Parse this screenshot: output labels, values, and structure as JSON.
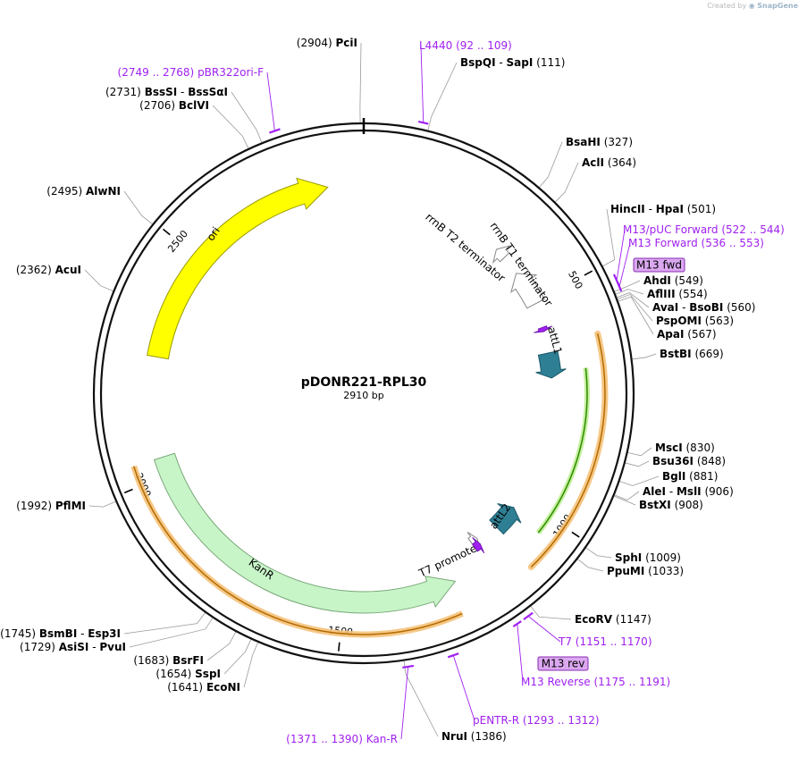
{
  "watermark": {
    "prefix": "Created by",
    "brand": "SnapGene"
  },
  "plasmid": {
    "name": "pDONR221-RPL30",
    "size_label": "2910 bp",
    "length": 2910
  },
  "colors": {
    "primer": "#a020f0",
    "backbone": "#111111",
    "leader": "#9a9a9a"
  },
  "ticks": [
    {
      "pos": 500,
      "label": "500"
    },
    {
      "pos": 1000,
      "label": "1000"
    },
    {
      "pos": 1500,
      "label": "1500"
    },
    {
      "pos": 2000,
      "label": "2000"
    },
    {
      "pos": 2500,
      "label": "2500"
    }
  ],
  "features": [
    {
      "id": "ori",
      "label": "ori",
      "type": "rep-origin",
      "color": "#ffff00",
      "stroke": "#999900",
      "start": 2263,
      "end": 2830,
      "dir": 1
    },
    {
      "id": "kanr",
      "label": "KanR",
      "type": "cds",
      "color": "#c8f5c8",
      "stroke": "#7aa87a",
      "start": 1245,
      "end": 2040,
      "dir": -1
    },
    {
      "id": "attL1",
      "label": "attL1",
      "type": "att",
      "color": "#2e7f94",
      "stroke": "#1c5a6a",
      "start": 628,
      "end": 690,
      "dir": 1
    },
    {
      "id": "attL2",
      "label": "attL2",
      "type": "att",
      "color": "#2e7f94",
      "stroke": "#1c5a6a",
      "start": 1029,
      "end": 1093,
      "dir": -1
    },
    {
      "id": "rrnB_T1",
      "label": "rrnB T1 terminator",
      "type": "terminator",
      "color": "#ffffff",
      "stroke": "#888888",
      "start": 419,
      "end": 505,
      "dir": -1
    },
    {
      "id": "rrnB_T2",
      "label": "rrnB T2 terminator",
      "type": "terminator",
      "color": "#ffffff",
      "stroke": "#888888",
      "start": 345,
      "end": 372,
      "dir": -1
    },
    {
      "id": "T7promoter",
      "label": "T7 promoter",
      "type": "promoter",
      "color": "#ffffff",
      "stroke": "#888888",
      "start": 1148,
      "end": 1166,
      "dir": -1
    }
  ],
  "labels_left": [
    {
      "name": "PciI",
      "second": "",
      "pos": 2904,
      "pos_label": "(2904)"
    },
    {
      "name": "BssSI",
      "second": "BssSαI",
      "pos": 2731,
      "pos_label": "(2731)"
    },
    {
      "name": "BclVI",
      "second": "",
      "pos": 2706,
      "pos_label": "(2706)"
    },
    {
      "name": "AlwNI",
      "second": "",
      "pos": 2495,
      "pos_label": "(2495)"
    },
    {
      "name": "AcuI",
      "second": "",
      "pos": 2362,
      "pos_label": "(2362)"
    },
    {
      "name": "PflMI",
      "second": "",
      "pos": 1992,
      "pos_label": "(1992)"
    },
    {
      "name": "BsmBI",
      "second": "Esp3I",
      "pos": 1745,
      "pos_label": "(1745)"
    },
    {
      "name": "AsiSI",
      "second": "PvuI",
      "pos": 1729,
      "pos_label": "(1729)"
    },
    {
      "name": "BsrFI",
      "second": "",
      "pos": 1683,
      "pos_label": "(1683)"
    },
    {
      "name": "SspI",
      "second": "",
      "pos": 1654,
      "pos_label": "(1654)"
    },
    {
      "name": "EcoNI",
      "second": "",
      "pos": 1641,
      "pos_label": "(1641)"
    }
  ],
  "labels_right": [
    {
      "name": "BspQI",
      "second": "SapI",
      "pos": 111,
      "pos_label": "(111)"
    },
    {
      "name": "BsaHI",
      "second": "",
      "pos": 327,
      "pos_label": "(327)"
    },
    {
      "name": "AclI",
      "second": "",
      "pos": 364,
      "pos_label": "(364)"
    },
    {
      "name": "HincII",
      "second": "HpaI",
      "pos": 501,
      "pos_label": "(501)"
    },
    {
      "name": "AhdI",
      "second": "",
      "pos": 549,
      "pos_label": "(549)"
    },
    {
      "name": "AflIII",
      "second": "",
      "pos": 554,
      "pos_label": "(554)"
    },
    {
      "name": "AvaI",
      "second": "BsoBI",
      "pos": 560,
      "pos_label": "(560)"
    },
    {
      "name": "PspOMI",
      "second": "",
      "pos": 563,
      "pos_label": "(563)"
    },
    {
      "name": "ApaI",
      "second": "",
      "pos": 567,
      "pos_label": "(567)"
    },
    {
      "name": "BstBI",
      "second": "",
      "pos": 669,
      "pos_label": "(669)"
    },
    {
      "name": "MscI",
      "second": "",
      "pos": 830,
      "pos_label": "(830)"
    },
    {
      "name": "Bsu36I",
      "second": "",
      "pos": 848,
      "pos_label": "(848)"
    },
    {
      "name": "BglI",
      "second": "",
      "pos": 881,
      "pos_label": "(881)"
    },
    {
      "name": "AleI",
      "second": "MslI",
      "pos": 906,
      "pos_label": "(906)"
    },
    {
      "name": "BstXI",
      "second": "",
      "pos": 908,
      "pos_label": "(908)"
    },
    {
      "name": "SphI",
      "second": "",
      "pos": 1009,
      "pos_label": "(1009)"
    },
    {
      "name": "PpuMI",
      "second": "",
      "pos": 1033,
      "pos_label": "(1033)"
    },
    {
      "name": "EcoRV",
      "second": "",
      "pos": 1147,
      "pos_label": "(1147)"
    },
    {
      "name": "NruI",
      "second": "",
      "pos": 1386,
      "pos_label": "(1386)"
    }
  ],
  "primers": [
    {
      "name": "pBR322ori-F",
      "range": "(2749 .. 2768)",
      "start": 2749,
      "end": 2768,
      "dir": 1
    },
    {
      "name": "L4440",
      "range": "(92 .. 109)",
      "start": 92,
      "end": 109,
      "dir": -1
    },
    {
      "name": "M13/pUC Forward",
      "range": "(522 .. 544)",
      "start": 522,
      "end": 544,
      "dir": 1
    },
    {
      "name": "M13 Forward",
      "range": "(536 .. 553)",
      "start": 536,
      "end": 553,
      "dir": 1
    },
    {
      "name": "T7",
      "range": "(1151 .. 1170)",
      "start": 1151,
      "end": 1170,
      "dir": -1
    },
    {
      "name": "M13 Reverse",
      "range": "(1175 .. 1191)",
      "start": 1175,
      "end": 1191,
      "dir": -1
    },
    {
      "name": "pENTR-R",
      "range": "(1293 .. 1312)",
      "start": 1293,
      "end": 1312,
      "dir": -1
    },
    {
      "name": "Kan-R",
      "range": "(1371 .. 1390)",
      "start": 1371,
      "end": 1390,
      "dir": -1
    }
  ],
  "boxes": [
    {
      "name": "M13 fwd"
    },
    {
      "name": "M13 rev"
    }
  ]
}
